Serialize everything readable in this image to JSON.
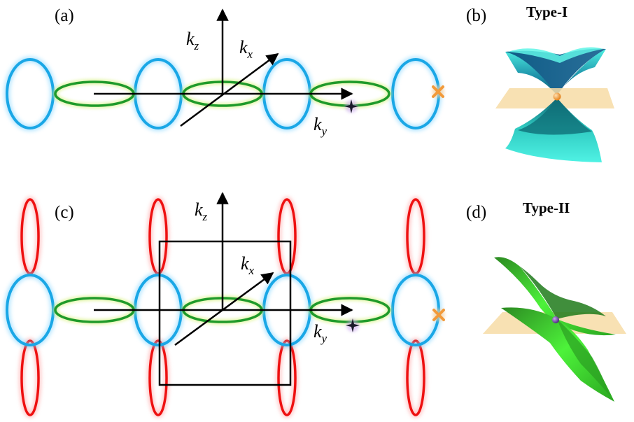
{
  "panels": {
    "a": {
      "label": "(a)"
    },
    "b": {
      "label": "(b)",
      "title": "Type-I"
    },
    "c": {
      "label": "(c)"
    },
    "d": {
      "label": "(d)",
      "title": "Type-II"
    }
  },
  "axes": {
    "kx": {
      "base": "k",
      "sub": "x"
    },
    "ky": {
      "base": "k",
      "sub": "y"
    },
    "kz": {
      "base": "k",
      "sub": "z"
    }
  },
  "colors": {
    "blue_loop": "#1aa7e6",
    "green_loop": "#1f9a2a",
    "red_loop": "#ee1111",
    "type1_cone": "#3fe6d8",
    "type2_cone": "#3ee632",
    "plane": "#f7dca6",
    "orange_point": "#f29a3a",
    "purple_point": "#6a2c9c"
  },
  "icons": {
    "orange_marker": "orange-x-icon",
    "purple_marker": "purple-star-icon"
  }
}
